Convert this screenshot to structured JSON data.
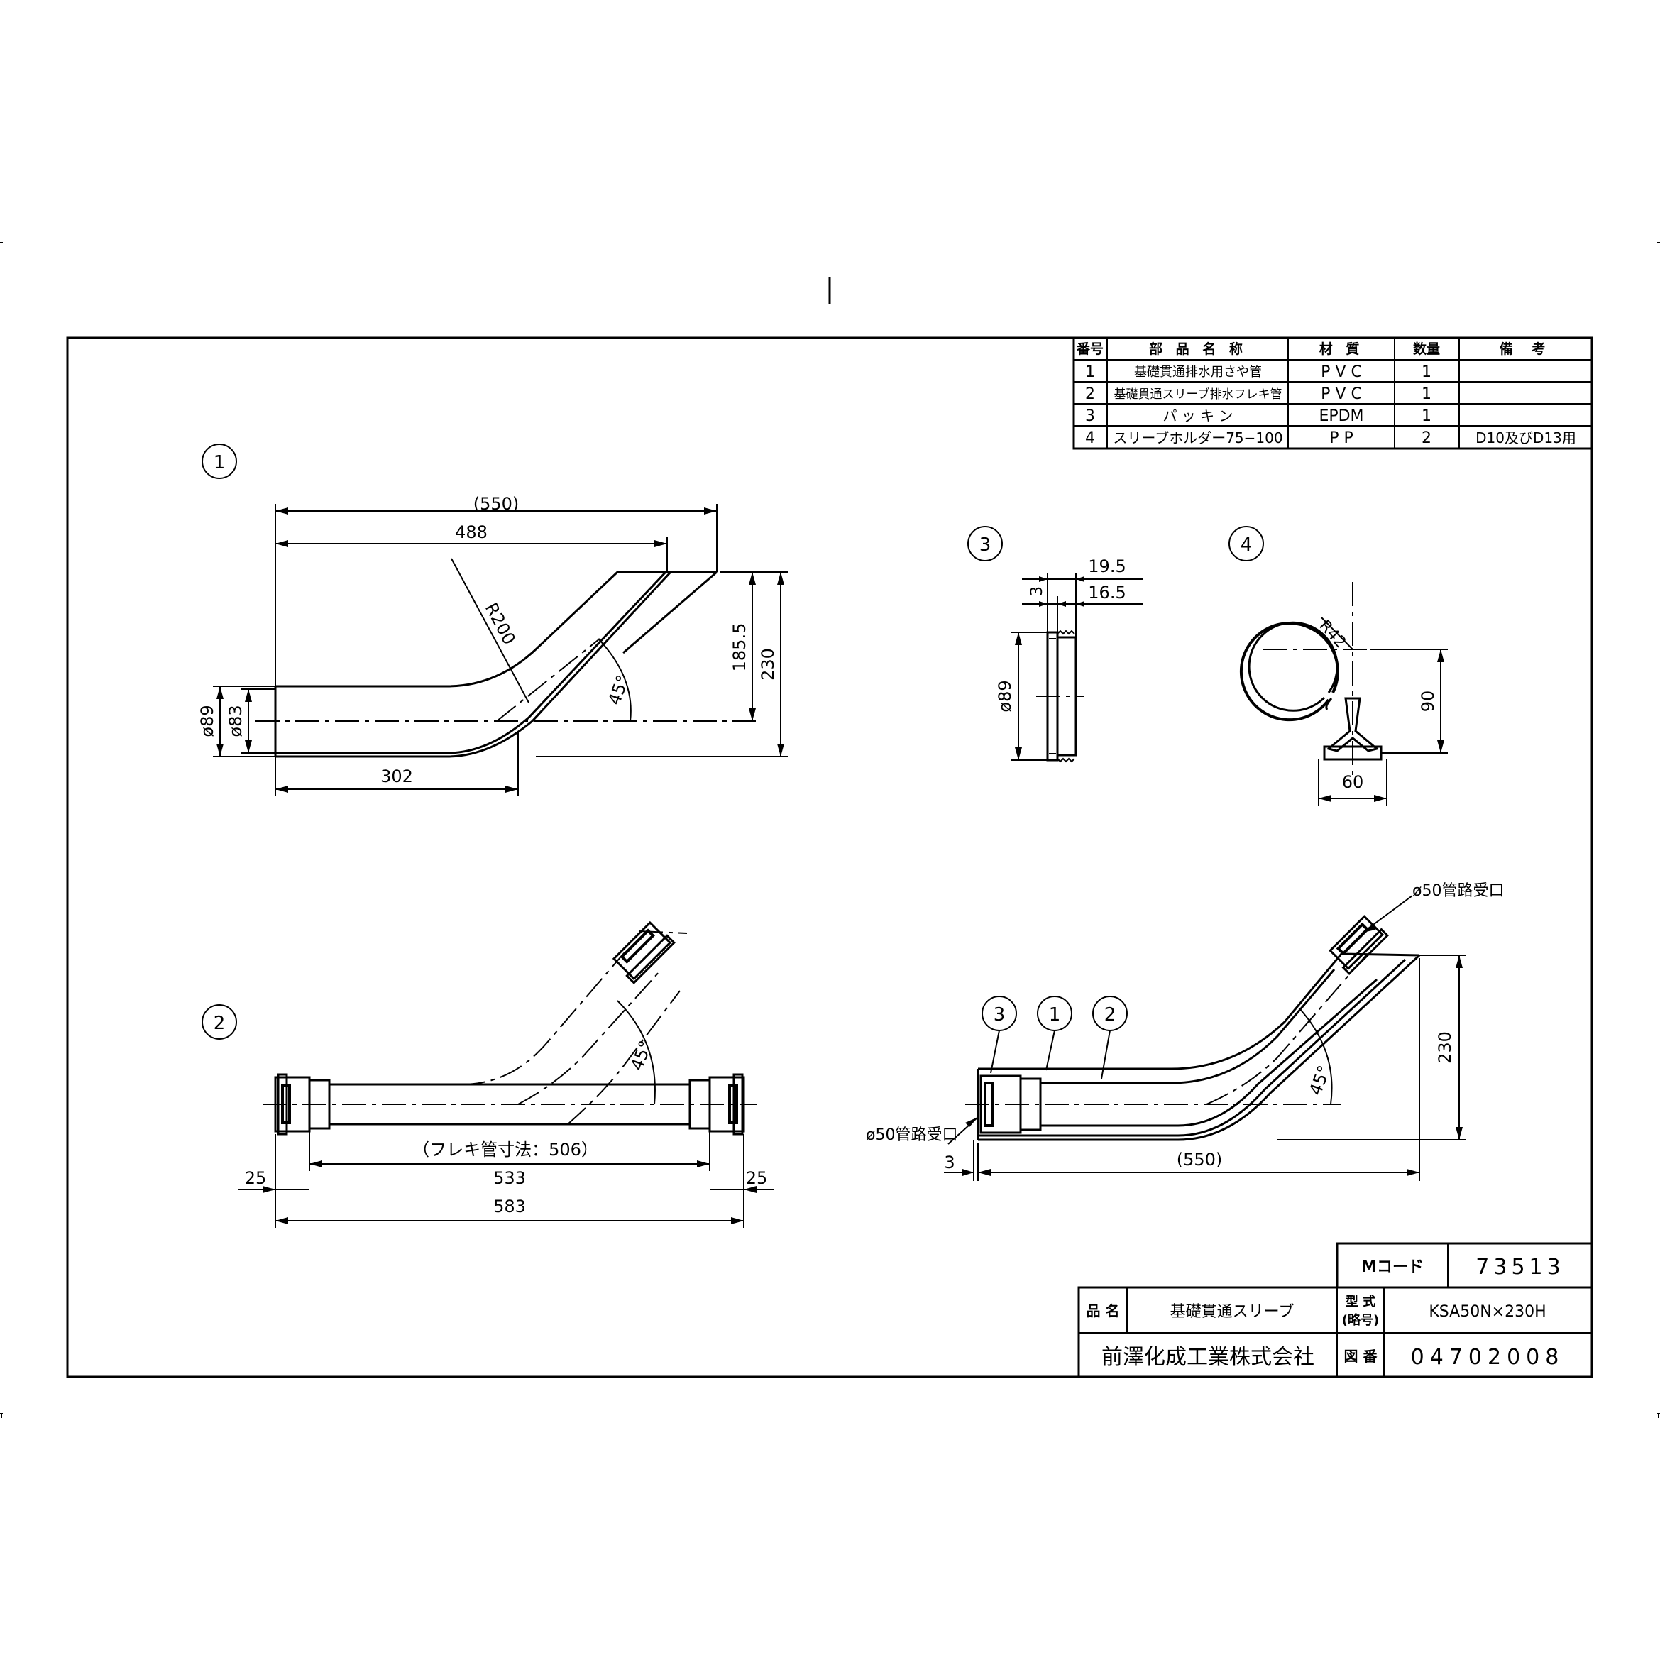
{
  "parts_table": {
    "headers": [
      "番号",
      "部 品 名 称",
      "材 質",
      "数量",
      "備 考"
    ],
    "rows": [
      {
        "no": "1",
        "name": "基礎貫通排水用さや管",
        "material": "P V C",
        "qty": "1",
        "note": ""
      },
      {
        "no": "2",
        "name": "基礎貫通スリーブ排水フレキ管",
        "material": "P V C",
        "qty": "1",
        "note": ""
      },
      {
        "no": "3",
        "name": "パ ッ キ ン",
        "material": "EPDM",
        "qty": "1",
        "note": ""
      },
      {
        "no": "4",
        "name": "スリーブホルダー75−100",
        "material": "P P",
        "qty": "2",
        "note": "D10及びD13用"
      }
    ]
  },
  "view1": {
    "label": "1",
    "dims": {
      "overall": "(550)",
      "inner": "488",
      "radius": "R200",
      "rise": "185.5",
      "height": "230",
      "od": "ø89",
      "id": "ø83",
      "straight": "302",
      "angle": "45°"
    }
  },
  "view2": {
    "label": "2",
    "dims": {
      "flex": "（フレキ管寸法：506）",
      "mid": "533",
      "overall": "583",
      "left": "25",
      "right": "25",
      "angle": "45°"
    }
  },
  "view3": {
    "label": "3",
    "dims": {
      "w1": "19.5",
      "w2": "16.5",
      "t": "3",
      "dia": "ø89"
    }
  },
  "view4": {
    "label": "4",
    "dims": {
      "radius": "R42",
      "height": "90",
      "base": "60"
    }
  },
  "assembly": {
    "callouts": [
      "3",
      "1",
      "2"
    ],
    "top_socket": "ø50管路受口",
    "left_socket": "ø50管路受口",
    "dims": {
      "offset": "3",
      "length": "(550)",
      "height": "230",
      "angle": "45°"
    }
  },
  "title_block": {
    "mcode_label": "Mコード",
    "mcode": "73513",
    "name_label": "品 名",
    "name": "基礎貫通スリーブ",
    "type_label_1": "型 式",
    "type_label_2": "(略号)",
    "type": "KSA50N×230H",
    "company": "前澤化成工業株式会社",
    "drawing_label": "図 番",
    "drawing_no": "04702008"
  }
}
